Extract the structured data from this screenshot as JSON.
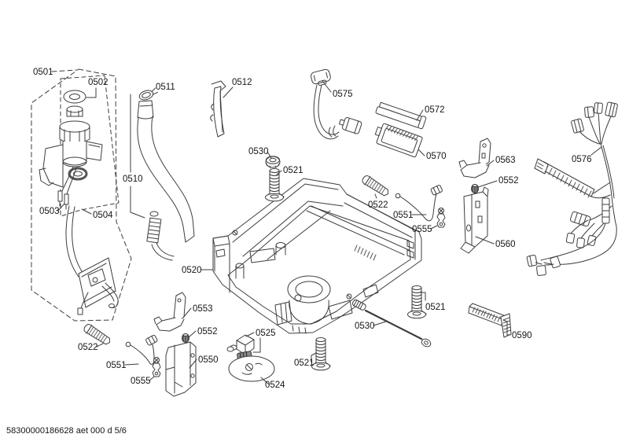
{
  "document": {
    "footer_code": "58300000186628 aet 000 d 5/6"
  },
  "callouts": [
    {
      "text": "0501"
    },
    {
      "text": "0502"
    },
    {
      "text": "0503"
    },
    {
      "text": "0504"
    },
    {
      "text": "0510"
    },
    {
      "text": "0511"
    },
    {
      "text": "0512"
    },
    {
      "text": "0575"
    },
    {
      "text": "0572"
    },
    {
      "text": "0570"
    },
    {
      "text": "0530"
    },
    {
      "text": "0521"
    },
    {
      "text": "0522"
    },
    {
      "text": "0551"
    },
    {
      "text": "0555"
    },
    {
      "text": "0563"
    },
    {
      "text": "0552"
    },
    {
      "text": "0560"
    },
    {
      "text": "0576"
    },
    {
      "text": "0520"
    },
    {
      "text": "0553"
    },
    {
      "text": "0552"
    },
    {
      "text": "0522"
    },
    {
      "text": "0551"
    },
    {
      "text": "0555"
    },
    {
      "text": "0550"
    },
    {
      "text": "0525"
    },
    {
      "text": "0521"
    },
    {
      "text": "0524"
    },
    {
      "text": "0530"
    },
    {
      "text": "0521"
    },
    {
      "text": "0590"
    }
  ]
}
